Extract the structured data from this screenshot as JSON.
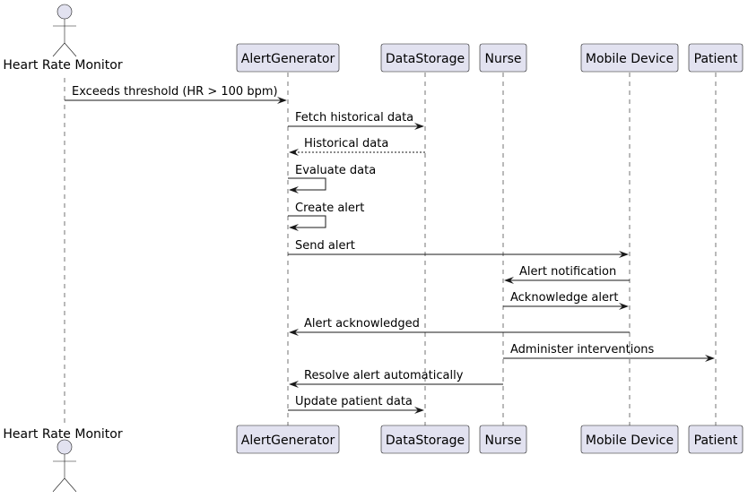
{
  "participants": [
    {
      "id": "hrm",
      "label": "Heart Rate Monitor",
      "kind": "actor"
    },
    {
      "id": "ag",
      "label": "AlertGenerator",
      "kind": "participant"
    },
    {
      "id": "ds",
      "label": "DataStorage",
      "kind": "participant"
    },
    {
      "id": "nurse",
      "label": "Nurse",
      "kind": "participant"
    },
    {
      "id": "md",
      "label": "Mobile Device",
      "kind": "participant"
    },
    {
      "id": "patient",
      "label": "Patient",
      "kind": "participant"
    }
  ],
  "messages": [
    {
      "from": "hrm",
      "to": "ag",
      "label": "Exceeds threshold (HR > 100 bpm)",
      "style": "solid"
    },
    {
      "from": "ag",
      "to": "ds",
      "label": "Fetch historical data",
      "style": "solid"
    },
    {
      "from": "ds",
      "to": "ag",
      "label": "Historical data",
      "style": "dashed"
    },
    {
      "from": "ag",
      "to": "ag",
      "label": "Evaluate data",
      "style": "solid"
    },
    {
      "from": "ag",
      "to": "ag",
      "label": "Create alert",
      "style": "solid"
    },
    {
      "from": "ag",
      "to": "md",
      "label": "Send alert",
      "style": "solid"
    },
    {
      "from": "md",
      "to": "nurse",
      "label": "Alert notification",
      "style": "solid"
    },
    {
      "from": "nurse",
      "to": "md",
      "label": "Acknowledge alert",
      "style": "solid"
    },
    {
      "from": "md",
      "to": "ag",
      "label": "Alert acknowledged",
      "style": "solid"
    },
    {
      "from": "nurse",
      "to": "patient",
      "label": "Administer interventions",
      "style": "solid"
    },
    {
      "from": "nurse",
      "to": "ag",
      "label": "Resolve alert automatically",
      "style": "solid"
    },
    {
      "from": "ag",
      "to": "ds",
      "label": "Update patient data",
      "style": "solid"
    }
  ],
  "colors": {
    "participant_fill": "#e2e2f0",
    "line": "#181818"
  }
}
